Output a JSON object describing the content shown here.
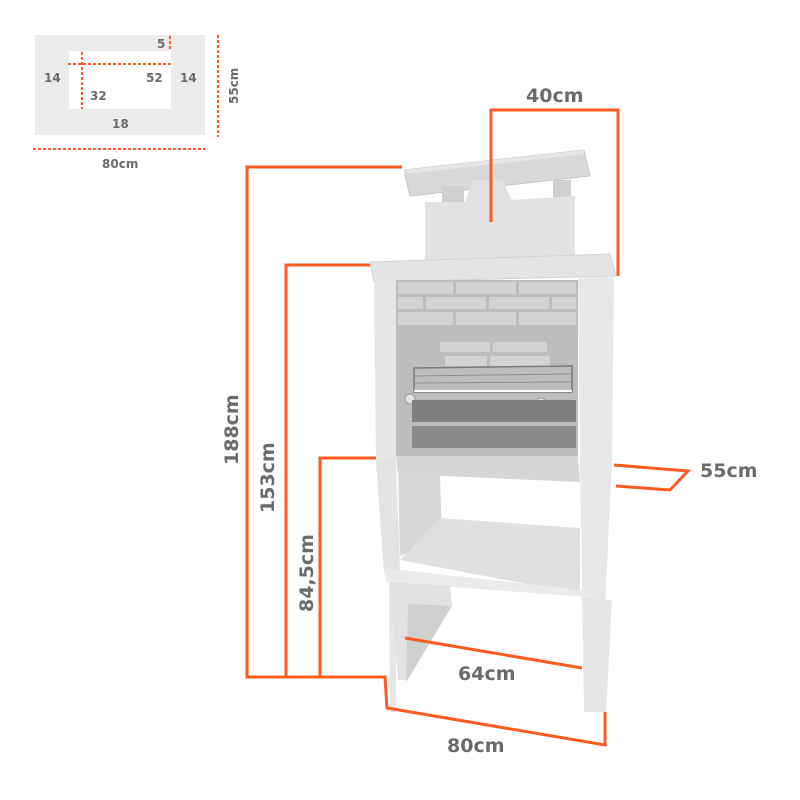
{
  "colors": {
    "dimension_line": "#ff5a1f",
    "label_text": "#6b6b6b",
    "concrete_light": "#e8e8e8",
    "concrete_mid": "#d4d4d4",
    "firebox_dark": "#8a8a8a",
    "plan_fill": "#ececec"
  },
  "plan_view": {
    "width_label": "80cm",
    "depth_label": "55cm",
    "left_wall": "14",
    "right_wall": "14",
    "back_wall": "5",
    "front_wall": "18",
    "inner_width": "52",
    "inner_depth": "32"
  },
  "dimensions": {
    "total_height": "188cm",
    "counter_top_height": "153cm",
    "grill_base_height": "84,5cm",
    "chimney_width": "40cm",
    "depth": "55cm",
    "inner_width": "64cm",
    "total_width": "80cm"
  }
}
